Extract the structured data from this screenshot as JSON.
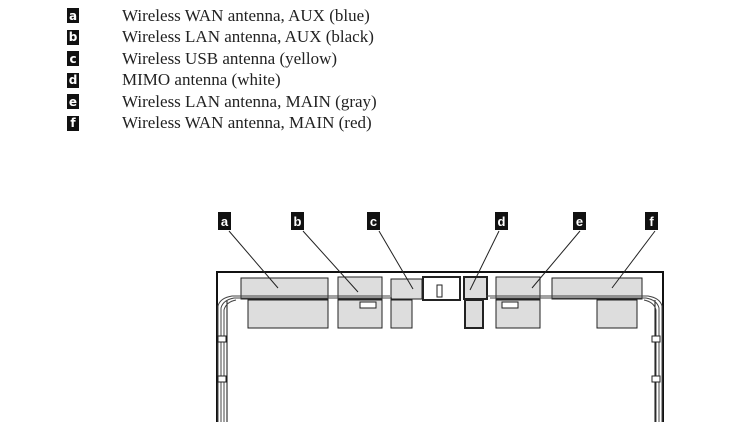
{
  "legend": [
    {
      "key": "a",
      "text": "Wireless WAN antenna, AUX (blue)"
    },
    {
      "key": "b",
      "text": "Wireless LAN antenna, AUX (black)"
    },
    {
      "key": "c",
      "text": "Wireless USB antenna (yellow)"
    },
    {
      "key": "d",
      "text": "MIMO antenna (white)"
    },
    {
      "key": "e",
      "text": "Wireless LAN antenna, MAIN (gray)"
    },
    {
      "key": "f",
      "text": "Wireless WAN antenna, MAIN (red)"
    }
  ],
  "diagram": {
    "callouts": [
      "a",
      "b",
      "c",
      "d",
      "e",
      "f"
    ]
  }
}
